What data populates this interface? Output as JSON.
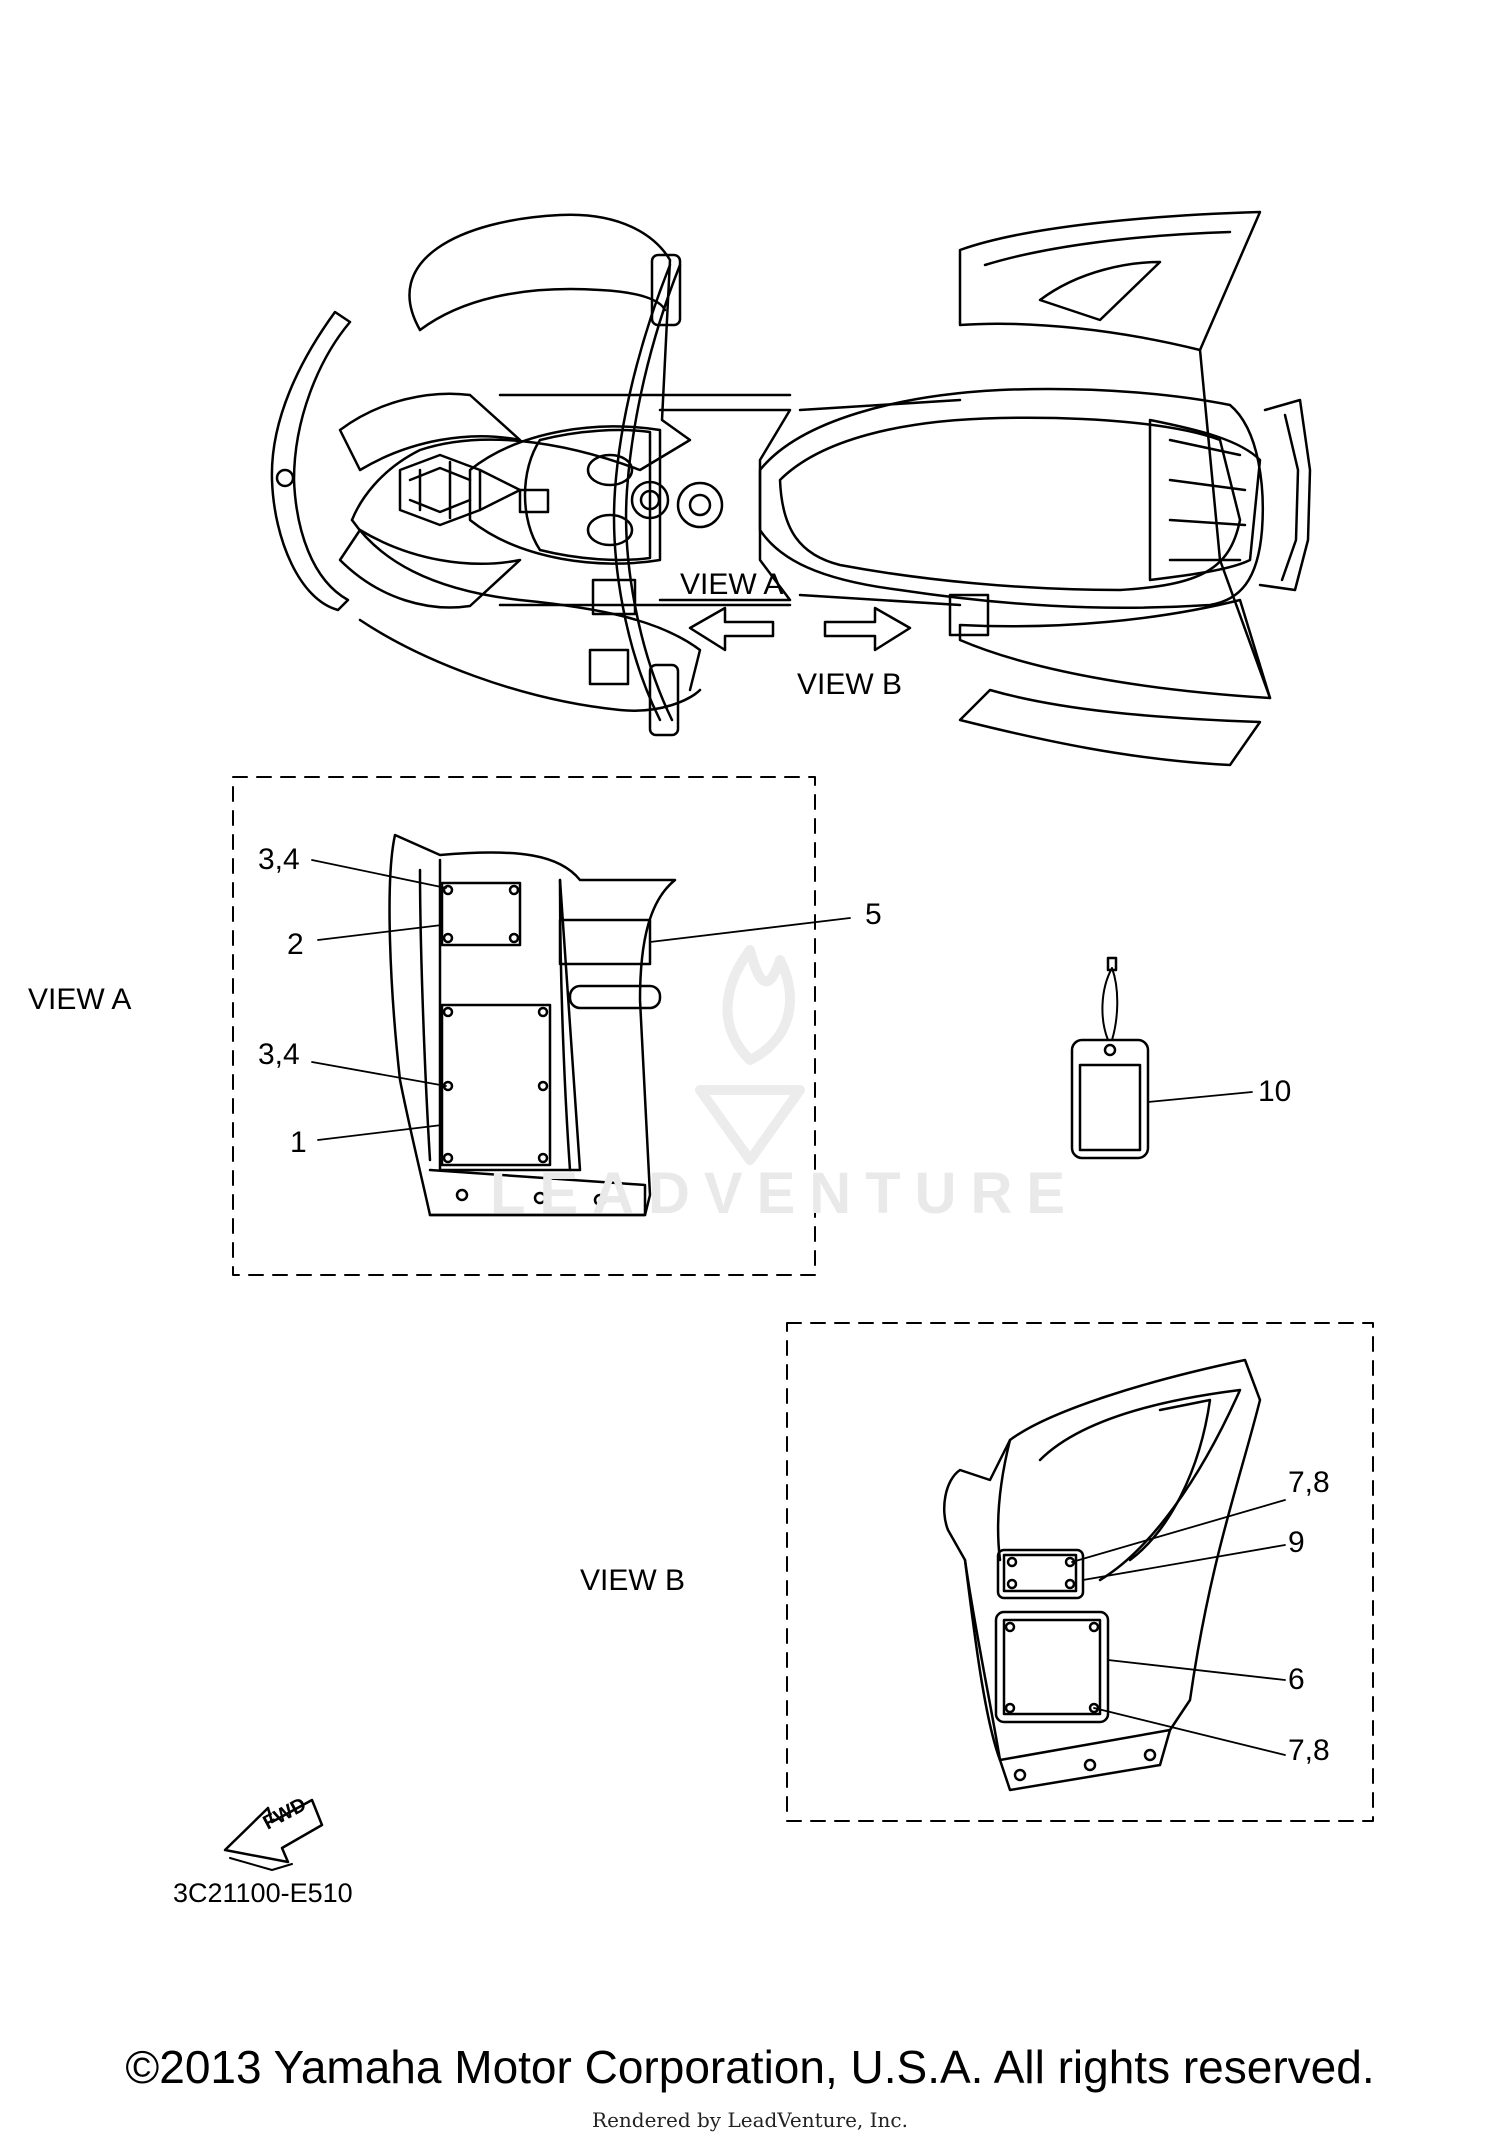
{
  "diagram_code": "3C21100-E510",
  "copyright": "©2013 Yamaha Motor Corporation, U.S.A. All rights reserved.",
  "rendered_by": "Rendered by LeadVenture, Inc.",
  "watermark": {
    "text": "LEADVENTURE"
  },
  "fwd_badge": "FWD",
  "overview": {
    "view_a_arrow_label": "VIEW A",
    "view_b_arrow_label": "VIEW B"
  },
  "view_a": {
    "title": "VIEW A",
    "callouts": [
      "3,4",
      "2",
      "5",
      "3,4",
      "1"
    ]
  },
  "view_b": {
    "title": "VIEW B",
    "callouts": [
      "7,8",
      "9",
      "6",
      "7,8"
    ]
  },
  "tag_callout": "10"
}
